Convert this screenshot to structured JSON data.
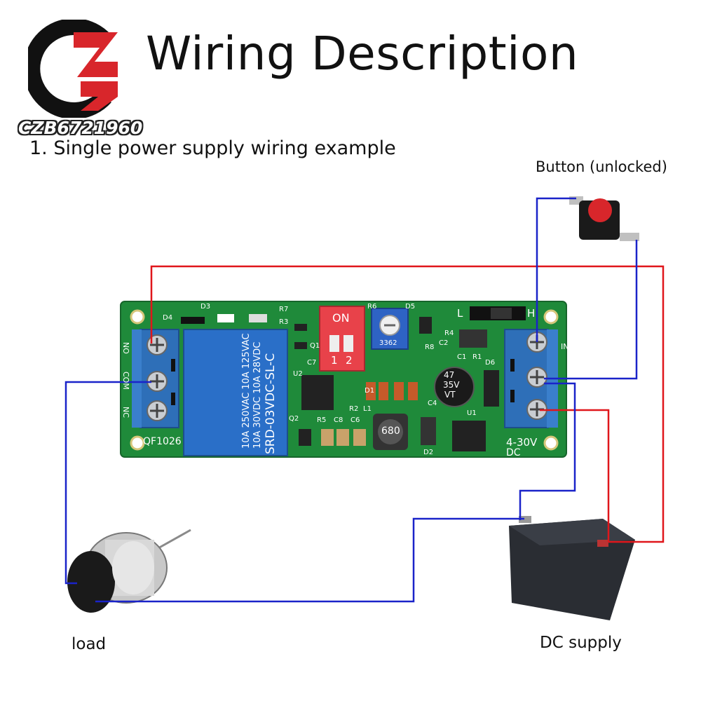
{
  "header": {
    "title": "Wiring Description",
    "subtitle": "1. Single power supply wiring example",
    "brand": "CZB6721960"
  },
  "labels": {
    "button": "Button (unlocked)",
    "load": "load",
    "supply": "DC supply"
  },
  "board": {
    "model": "QF1026",
    "relay_line1": "SRD-03VDC-SL-C",
    "relay_line2": "10A 250VAC  10A 125VAC",
    "relay_line3": "10A 30VDC  10A 28VDC",
    "dip_on": "ON",
    "dip_1": "1",
    "dip_2": "2",
    "voltage": "4-30V",
    "dc": "DC",
    "cap_value": "47",
    "cap_voltage": "35V",
    "cap_series": "VT",
    "inductor": "680",
    "pot": "3362",
    "l_label": "L",
    "h_label": "H",
    "terminals_left": [
      "NO",
      "COM",
      "NC"
    ],
    "in_label": "IN",
    "components": [
      "D3",
      "D4",
      "R7",
      "R3",
      "R6",
      "D5",
      "R8",
      "C1",
      "R1",
      "C2",
      "R4",
      "D6",
      "U2",
      "C7",
      "Q1",
      "D1",
      "R2",
      "L1",
      "C4",
      "U1",
      "Q2",
      "R5",
      "C8",
      "C6",
      "D2"
    ]
  },
  "colors": {
    "red_wire": "#e0161b",
    "blue_wire": "#1a23c9",
    "pcb": "#1f8a3a",
    "relay": "#2a6fc8",
    "terminal": "#2e6fb8",
    "logo_red": "#d8262b"
  }
}
